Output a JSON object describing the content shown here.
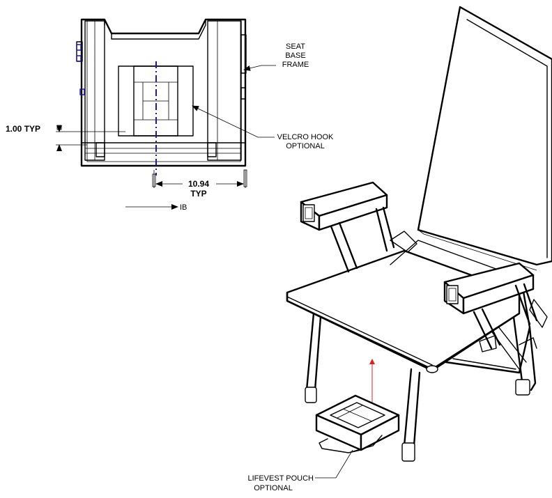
{
  "labels": {
    "seat_base_frame": [
      "SEAT",
      "BASE",
      "FRAME"
    ],
    "velcro": [
      "VELCRO HOOK",
      "OPTIONAL"
    ],
    "dim_typ_1": "1.00 TYP",
    "dim_typ_2": [
      "10.94",
      "TYP"
    ],
    "ib": "IB",
    "lifevest": [
      "LIFEVEST POUCH",
      "OPTIONAL"
    ]
  },
  "colors": {
    "line": "#000000",
    "centerline": "#1a1aa6",
    "install_arrow": "#e02020"
  }
}
